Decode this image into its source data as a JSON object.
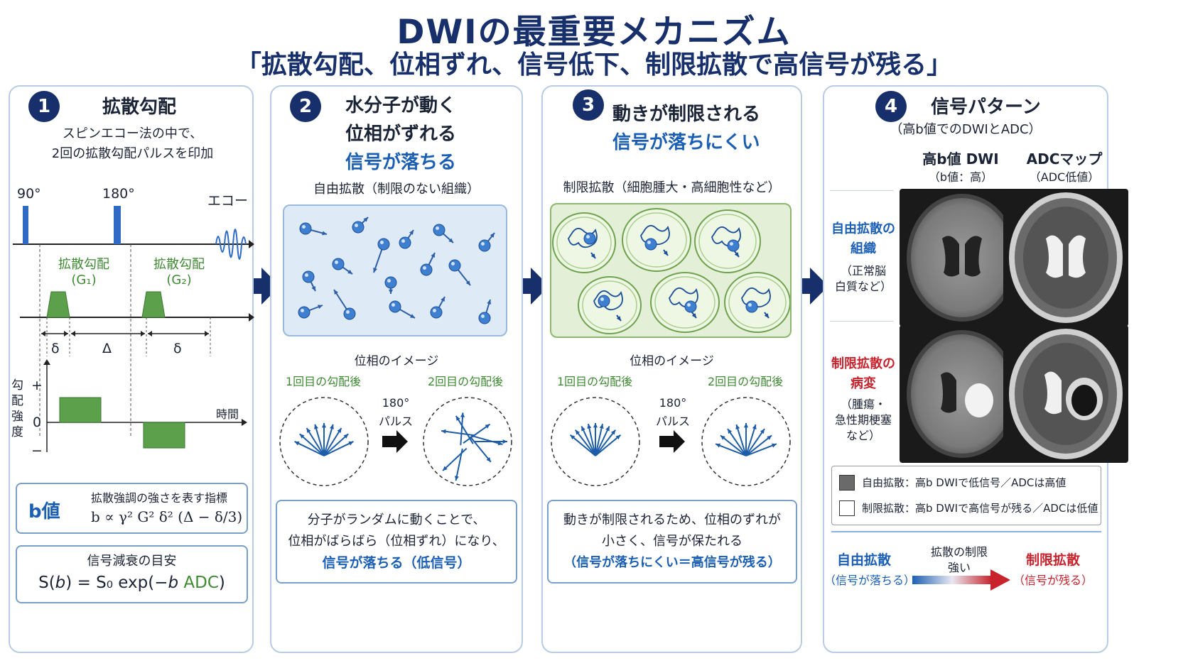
{
  "header": {
    "title": "DWIの最重要メカニズム",
    "subtitle": "「拡散勾配、位相ずれ、信号低下、制限拡散で高信号が残る」"
  },
  "panel1": {
    "number": "1",
    "title": "拡散勾配",
    "desc_line1": "スピンエコー法の中で、",
    "desc_line2": "2回の拡散勾配パルスを印加",
    "pulse90": "90°",
    "pulse180": "180°",
    "echo": "エコー",
    "g1_label": "拡散勾配",
    "g1_sub": "(G₁)",
    "g2_label": "拡散勾配",
    "g2_sub": "(G₂)",
    "delta_small_1": "δ",
    "delta_big": "Δ",
    "delta_small_2": "δ",
    "axis_label": "勾配強度",
    "plus": "+",
    "zero": "0",
    "minus": "−",
    "time_label": "時間",
    "bvalue_label": "b値",
    "bvalue_desc": "拡散強調の強さを表す指標",
    "bvalue_formula": "b ∝ γ² G² δ² (Δ − δ/3)",
    "signal_title": "信号減衰の目安",
    "signal_formula_a": "S(",
    "signal_formula_b": "b",
    "signal_formula_c": ") = S₀ exp(−",
    "signal_formula_d": "b",
    "signal_formula_e": " ADC",
    "signal_formula_f": ")"
  },
  "panel2": {
    "number": "2",
    "title_line1": "水分子が動く",
    "title_line2": "位相がずれる",
    "title_line3": "信号が落ちる",
    "caption": "自由拡散（制限のない組織）",
    "phase_title": "位相のイメージ",
    "phase_left": "1回目の勾配後",
    "phase_right": "2回目の勾配後",
    "pulse_label1": "180°",
    "pulse_label2": "パルス",
    "summary_line1": "分子がランダムに動くことで、",
    "summary_line2": "位相がばらばら（位相ずれ）になり、",
    "summary_line3": "信号が落ちる（低信号）"
  },
  "panel3": {
    "number": "3",
    "title_line1": "動きが制限される",
    "title_line2": "信号が落ちにくい",
    "caption": "制限拡散（細胞腫大・高細胞性など）",
    "phase_title": "位相のイメージ",
    "phase_left": "1回目の勾配後",
    "phase_right": "2回目の勾配後",
    "pulse_label1": "180°",
    "pulse_label2": "パルス",
    "summary_line1": "動きが制限されるため、位相のずれが",
    "summary_line2": "小さく、信号が保たれる",
    "summary_line3": "（信号が落ちにくい＝高信号が残る）"
  },
  "panel4": {
    "number": "4",
    "title": "信号パターン",
    "subtitle": "（高b値でのDWIとADC）",
    "col1_title": "高b値 DWI",
    "col1_sub": "（b値：高）",
    "col2_title": "ADCマップ",
    "col2_sub": "（ADC低値）",
    "row1_line1": "自由拡散の",
    "row1_line2": "組織",
    "row1_note1": "（正常脳",
    "row1_note2": "白質など）",
    "row2_line1": "制限拡散の",
    "row2_line2": "病変",
    "row2_note1": "（腫瘍・",
    "row2_note2": "急性期梗塞",
    "row2_note3": "など）",
    "legend1": "自由拡散：高b  DWIで低信号／ADCは高値",
    "legend2": "制限拡散：高b  DWIで高信号が残る／ADCは低値",
    "scale_left": "自由拡散",
    "scale_left_sub": "（信号が落ちる）",
    "scale_mid1": "拡散の制限",
    "scale_mid2": "強い",
    "scale_right": "制限拡散",
    "scale_right_sub": "（信号が残る）"
  },
  "colors": {
    "navy": "#17306b",
    "blue": "#1b5fb5",
    "green": "#3f8a33",
    "red": "#c8232c",
    "gradient_green": "#5ca04c"
  }
}
